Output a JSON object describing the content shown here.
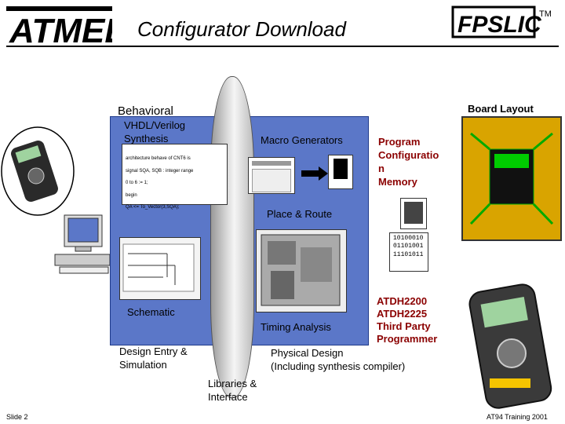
{
  "header": {
    "title": "Configurator Download",
    "logo_left": "ATMEL",
    "logo_right": "FPSLIC",
    "tm": "TM"
  },
  "labels": {
    "behavioral": "Behavioral",
    "vhdl": "VHDL/Verilog",
    "synthesis": "Synthesis",
    "macro_generators": "Macro Generators",
    "place_route": "Place & Route",
    "schematic": "Schematic",
    "timing_analysis": "Timing Analysis",
    "design_entry": "Design Entry &",
    "simulation": "Simulation",
    "physical_design": "Physical Design",
    "physical_design_sub": "(Including synthesis compiler)",
    "libraries": "Libraries &",
    "interface": "Interface",
    "board_layout": "Board Layout"
  },
  "program_memory": [
    "Program",
    "Configuratio",
    "n",
    "Memory"
  ],
  "programmer": [
    "ATDH2200",
    "ATDH2225",
    "Third Party",
    "Programmer"
  ],
  "code_lines": [
    "architecture behave of CNT6 is",
    "signal SQA, SQB : integer range",
    "0 to 6 := 1;",
    "begin",
    "QA <= To_Vector(3,SQA);"
  ],
  "bitstream": [
    "10100010",
    "01101001",
    "11101011"
  ],
  "footer": {
    "slide": "Slide 2",
    "training": "AT94 Training 2001"
  },
  "colors": {
    "panel_blue": "#5b77c8",
    "program_red": "#8b0000",
    "board_gold": "#d9a400"
  }
}
